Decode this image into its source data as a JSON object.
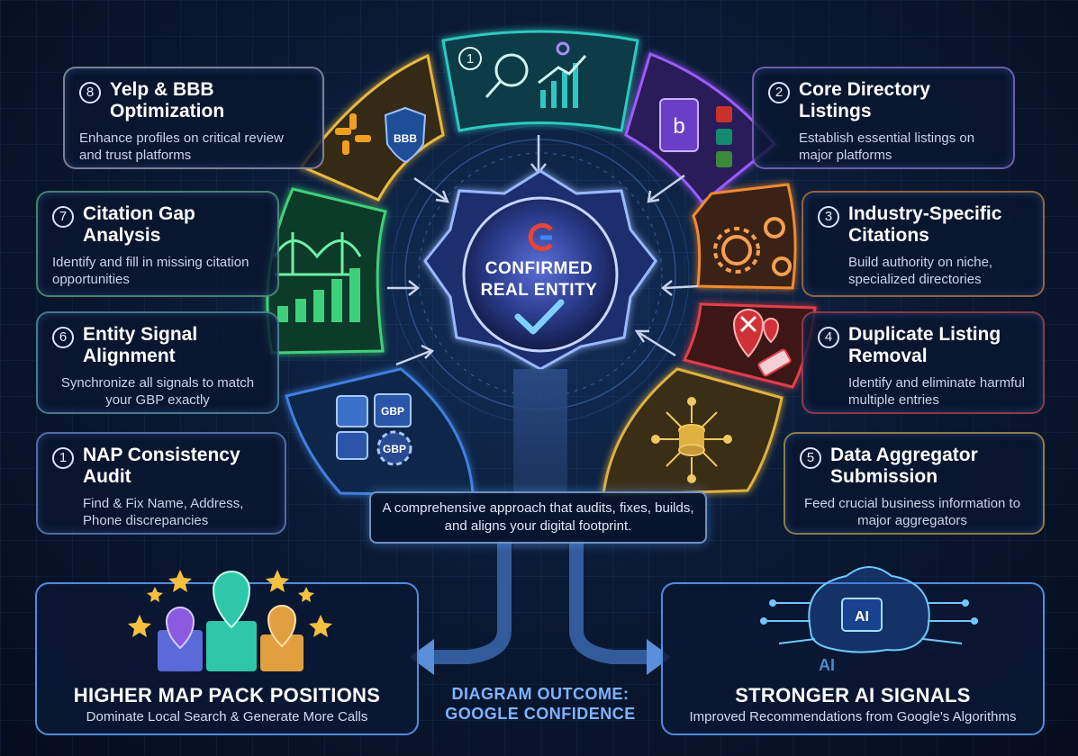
{
  "center": {
    "line1": "CONFIRMED",
    "line2": "REAL ENTITY"
  },
  "steps": [
    {
      "num": "1",
      "title": "NAP Consistency Audit",
      "desc": "Find & Fix Name, Address, Phone discrepancies"
    },
    {
      "num": "2",
      "title": "Core Directory Listings",
      "desc": "Establish essential listings on major platforms"
    },
    {
      "num": "3",
      "title": "Industry-Specific Citations",
      "desc": "Build authority on niche, specialized directories"
    },
    {
      "num": "4",
      "title": "Duplicate Listing Removal",
      "desc": "Identify and eliminate harmful multiple entries"
    },
    {
      "num": "5",
      "title": "Data Aggregator Submission",
      "desc": "Feed crucial business information to major aggregators"
    },
    {
      "num": "6",
      "title": "Entity Signal Alignment",
      "desc": "Synchronize all signals to match your GBP exactly"
    },
    {
      "num": "7",
      "title": "Citation Gap Analysis",
      "desc": "Identify and fill in missing citation opportunities"
    },
    {
      "num": "8",
      "title": "Yelp & BBB Optimization",
      "desc": "Enhance profiles on critical review and trust platforms"
    }
  ],
  "top_segment_num": "1",
  "summary": "A comprehensive approach that audits, fixes, builds, and aligns your digital footprint.",
  "outcomes": {
    "left_title": "HIGHER MAP PACK POSITIONS",
    "left_desc": "Dominate Local Search & Generate More Calls",
    "right_title": "STRONGER AI SIGNALS",
    "right_desc": "Improved Recommendations from Google's Algorithms",
    "diagram_label": "DIAGRAM OUTCOME: GOOGLE CONFIDENCE"
  },
  "icon_labels": {
    "bbb": "BBB",
    "gbp1": "GBP",
    "gbp2": "GBP",
    "ai_chip": "AI",
    "ai_text": "AI"
  },
  "colors": {
    "teal": "#2ec8c0",
    "purple": "#9b5cff",
    "orange": "#f08a30",
    "red": "#e0404a",
    "gold": "#e0b040",
    "blue": "#3f7fe0",
    "green": "#3fd07a",
    "yellow": "#e8b840",
    "accent": "#7fb4ff"
  }
}
